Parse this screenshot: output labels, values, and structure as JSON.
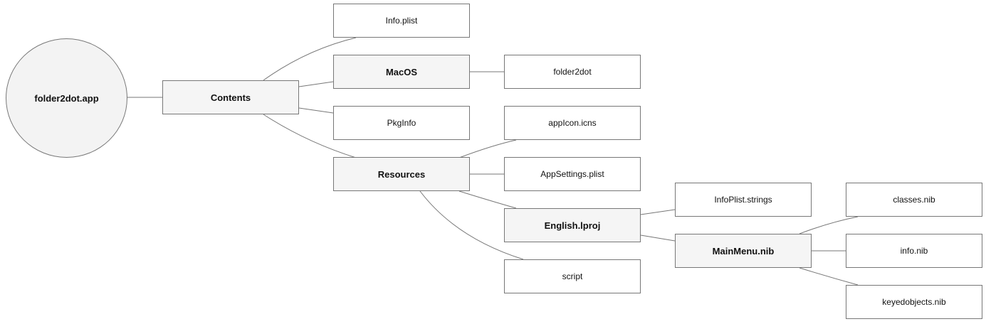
{
  "diagram": {
    "nodes": {
      "root": "folder2dot.app",
      "contents": "Contents",
      "info_plist": "Info.plist",
      "macos": "MacOS",
      "pkginfo": "PkgInfo",
      "resources": "Resources",
      "folder2dot": "folder2dot",
      "appicon": "appIcon.icns",
      "appsettings": "AppSettings.plist",
      "english_lproj": "English.lproj",
      "script": "script",
      "infoplist_strings": "InfoPlist.strings",
      "mainmenu_nib": "MainMenu.nib",
      "classes_nib": "classes.nib",
      "info_nib": "info.nib",
      "keyedobjects_nib": "keyedobjects.nib"
    },
    "edges": [
      [
        "root",
        "contents"
      ],
      [
        "contents",
        "info_plist"
      ],
      [
        "contents",
        "macos"
      ],
      [
        "contents",
        "pkginfo"
      ],
      [
        "contents",
        "resources"
      ],
      [
        "macos",
        "folder2dot"
      ],
      [
        "resources",
        "appicon"
      ],
      [
        "resources",
        "appsettings"
      ],
      [
        "resources",
        "english_lproj"
      ],
      [
        "resources",
        "script"
      ],
      [
        "english_lproj",
        "infoplist_strings"
      ],
      [
        "english_lproj",
        "mainmenu_nib"
      ],
      [
        "mainmenu_nib",
        "classes_nib"
      ],
      [
        "mainmenu_nib",
        "info_nib"
      ],
      [
        "mainmenu_nib",
        "keyedobjects_nib"
      ]
    ]
  }
}
